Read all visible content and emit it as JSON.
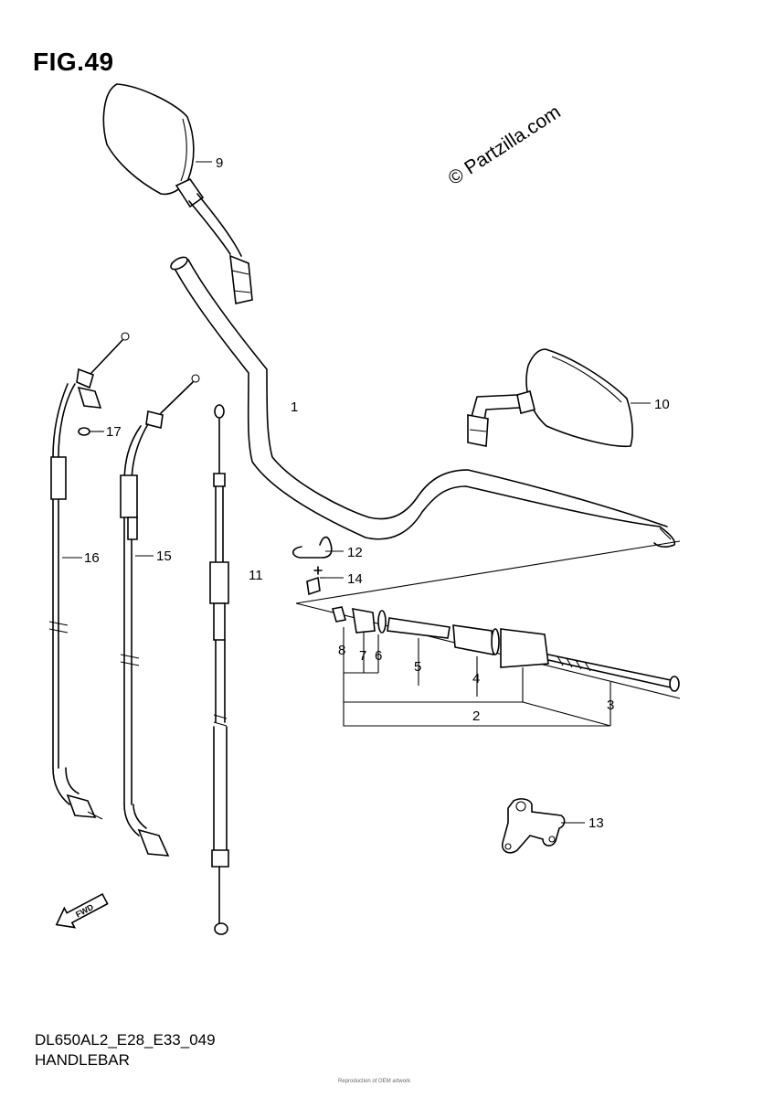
{
  "figure": {
    "title": "FIG.49",
    "watermark": "© Partzilla.com",
    "model_code": "DL650AL2_E28_E33_049",
    "section_name": "HANDLEBAR",
    "credit": "Reproduction of OEM artwork"
  },
  "callouts": [
    {
      "id": "1",
      "label": "1"
    },
    {
      "id": "2",
      "label": "2"
    },
    {
      "id": "3",
      "label": "3"
    },
    {
      "id": "4",
      "label": "4"
    },
    {
      "id": "5",
      "label": "5"
    },
    {
      "id": "6",
      "label": "6"
    },
    {
      "id": "7",
      "label": "7"
    },
    {
      "id": "8",
      "label": "8"
    },
    {
      "id": "9",
      "label": "9"
    },
    {
      "id": "10",
      "label": "10"
    },
    {
      "id": "11",
      "label": "11"
    },
    {
      "id": "12",
      "label": "12"
    },
    {
      "id": "13",
      "label": "13"
    },
    {
      "id": "14",
      "label": "14"
    },
    {
      "id": "15",
      "label": "15"
    },
    {
      "id": "16",
      "label": "16"
    },
    {
      "id": "17",
      "label": "17"
    }
  ],
  "fwd_arrow": {
    "label": "FWD"
  }
}
